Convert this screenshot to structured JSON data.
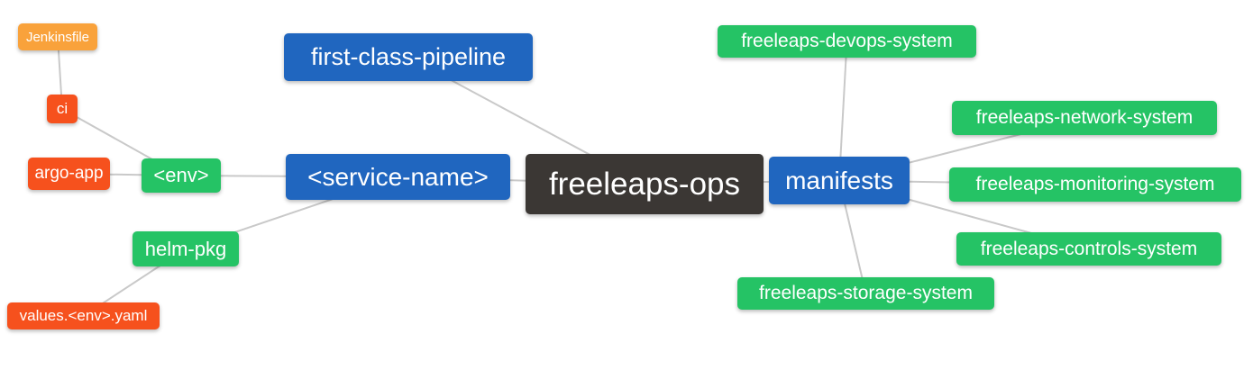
{
  "diagram": {
    "type": "mindmap",
    "palette": {
      "blue": "#2066BF",
      "green": "#25C365",
      "orange": "#F9A23B",
      "red": "#F6511D",
      "dark": "#3B3734",
      "edge": "#C9C9C9",
      "text": "#FFFFFF"
    },
    "root": "freeleaps-ops",
    "nodes": [
      {
        "id": "jenkinsfile",
        "label": "Jenkinsfile",
        "color": "orange"
      },
      {
        "id": "ci",
        "label": "ci",
        "color": "red"
      },
      {
        "id": "argo-app",
        "label": "argo-app",
        "color": "red"
      },
      {
        "id": "env",
        "label": "<env>",
        "color": "green"
      },
      {
        "id": "helm-pkg",
        "label": "helm-pkg",
        "color": "green"
      },
      {
        "id": "values-env-yaml",
        "label": "values.<env>.yaml",
        "color": "red"
      },
      {
        "id": "first-class-pipeline",
        "label": "first-class-pipeline",
        "color": "blue"
      },
      {
        "id": "service-name",
        "label": "<service-name>",
        "color": "blue"
      },
      {
        "id": "freeleaps-ops",
        "label": "freeleaps-ops",
        "color": "dark"
      },
      {
        "id": "manifests",
        "label": "manifests",
        "color": "blue"
      },
      {
        "id": "freeleaps-devops-system",
        "label": "freeleaps-devops-system",
        "color": "green"
      },
      {
        "id": "freeleaps-network-system",
        "label": "freeleaps-network-system",
        "color": "green"
      },
      {
        "id": "freeleaps-monitoring-system",
        "label": "freeleaps-monitoring-system",
        "color": "green"
      },
      {
        "id": "freeleaps-controls-system",
        "label": "freeleaps-controls-system",
        "color": "green"
      },
      {
        "id": "freeleaps-storage-system",
        "label": "freeleaps-storage-system",
        "color": "green"
      }
    ],
    "edges": [
      {
        "from": "jenkinsfile",
        "to": "ci"
      },
      {
        "from": "ci",
        "to": "env"
      },
      {
        "from": "argo-app",
        "to": "env"
      },
      {
        "from": "env",
        "to": "service-name"
      },
      {
        "from": "helm-pkg",
        "to": "service-name"
      },
      {
        "from": "values-env-yaml",
        "to": "helm-pkg"
      },
      {
        "from": "first-class-pipeline",
        "to": "freeleaps-ops"
      },
      {
        "from": "service-name",
        "to": "freeleaps-ops"
      },
      {
        "from": "freeleaps-ops",
        "to": "manifests"
      },
      {
        "from": "manifests",
        "to": "freeleaps-devops-system"
      },
      {
        "from": "manifests",
        "to": "freeleaps-network-system"
      },
      {
        "from": "manifests",
        "to": "freeleaps-monitoring-system"
      },
      {
        "from": "manifests",
        "to": "freeleaps-controls-system"
      },
      {
        "from": "manifests",
        "to": "freeleaps-storage-system"
      }
    ]
  }
}
